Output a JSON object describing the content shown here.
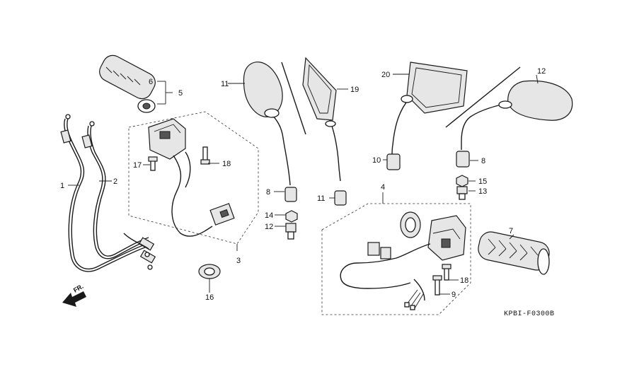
{
  "diagram": {
    "parts": [
      {
        "id": "p1",
        "label": "1"
      },
      {
        "id": "p2",
        "label": "2"
      },
      {
        "id": "p3",
        "label": "3"
      },
      {
        "id": "p4",
        "label": "4"
      },
      {
        "id": "p5",
        "label": "5"
      },
      {
        "id": "p6",
        "label": "6"
      },
      {
        "id": "p7",
        "label": "7"
      },
      {
        "id": "p8a",
        "label": "8"
      },
      {
        "id": "p8b",
        "label": "8"
      },
      {
        "id": "p9",
        "label": "9"
      },
      {
        "id": "p10",
        "label": "10"
      },
      {
        "id": "p11a",
        "label": "11"
      },
      {
        "id": "p11b",
        "label": "11"
      },
      {
        "id": "p12a",
        "label": "12"
      },
      {
        "id": "p12b",
        "label": "12"
      },
      {
        "id": "p13",
        "label": "13"
      },
      {
        "id": "p14",
        "label": "14"
      },
      {
        "id": "p15",
        "label": "15"
      },
      {
        "id": "p16",
        "label": "16"
      },
      {
        "id": "p17",
        "label": "17"
      },
      {
        "id": "p18a",
        "label": "18"
      },
      {
        "id": "p18b",
        "label": "18"
      },
      {
        "id": "p19",
        "label": "19"
      },
      {
        "id": "p20",
        "label": "20"
      }
    ],
    "direction_label": "FR.",
    "diagram_code": "KPBI-F0300B"
  }
}
